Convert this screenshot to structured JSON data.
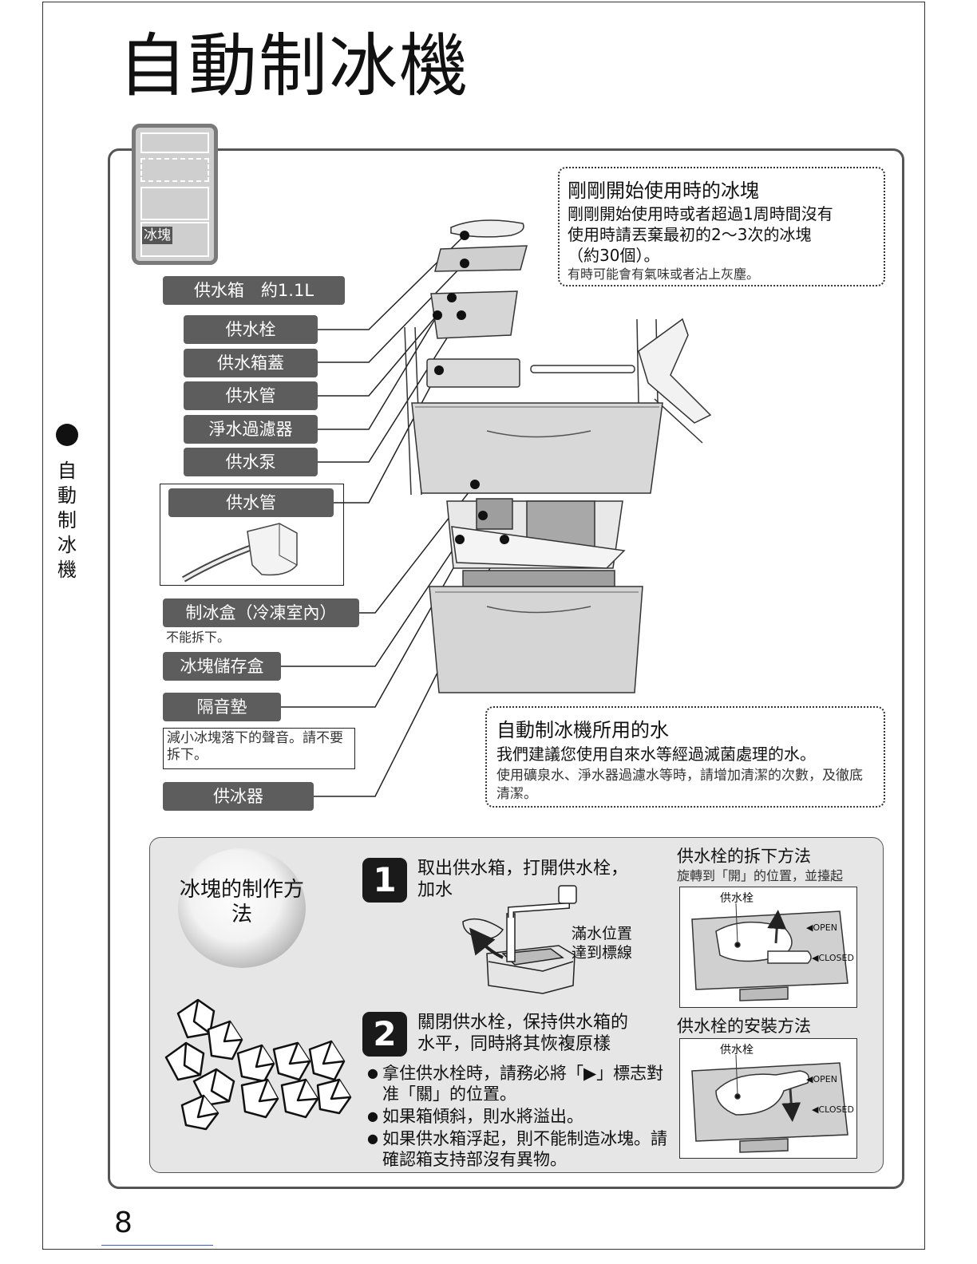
{
  "page": {
    "title": "自動制冰機",
    "side_label": "自動制冰機",
    "page_number": "8"
  },
  "fridge_icon": {
    "label": "冰塊"
  },
  "parts": {
    "water_tank": "供水箱　約1.1L",
    "water_plug": "供水栓",
    "tank_lid": "供水箱蓋",
    "water_pipe_1": "供水管",
    "filter": "淨水過濾器",
    "pump": "供水泵",
    "water_pipe_2": "供水管",
    "ice_tray": "制冰盒（冷凍室內）",
    "ice_tray_note": "不能拆下。",
    "ice_storage": "冰塊儲存盒",
    "sound_pad": "隔音墊",
    "sound_pad_note": "減小冰塊落下的聲音。請不要拆下。",
    "ice_dispenser": "供冰器"
  },
  "notice_first_ice": {
    "heading": "剛剛開始使用時的冰塊",
    "line1": "剛剛開始使用時或者超過1周時間沒有",
    "line2": "使用時請丟棄最初的2～3次的冰塊",
    "line3": "（約30個）。",
    "note": "有時可能會有氣味或者沾上灰塵。"
  },
  "notice_water": {
    "heading": "自動制冰機所用的水",
    "line1": "我們建議您使用自來水等經過滅菌處理的水。",
    "note": "使用礦泉水、淨水器過濾水等時，請增加清潔的次數，及徹底清潔。"
  },
  "method": {
    "title": "冰塊的制作方法",
    "step1": {
      "num": "1",
      "text": "取出供水箱，打開供水栓，加水",
      "image_label": "滿水位置達到標線"
    },
    "step2": {
      "num": "2",
      "text": "關閉供水栓，保持供水箱的水平，同時將其恢複原樣"
    },
    "bullets": [
      "拿住供水栓時，請務必將「▶」標志對准「關」的位置。",
      "如果箱傾斜，則水將溢出。",
      "如果供水箱浮起，則不能制造冰塊。請確認箱支持部沒有異物。"
    ],
    "remove": {
      "heading": "供水栓的拆下方法",
      "note": "旋轉到「開」的位置，並擡起",
      "plug_label": "供水栓",
      "open": "◀OPEN",
      "closed": "◀CLOSED"
    },
    "install": {
      "heading": "供水栓的安裝方法",
      "plug_label": "供水栓",
      "open": "◀OPEN",
      "closed": "◀CLOSED"
    }
  }
}
